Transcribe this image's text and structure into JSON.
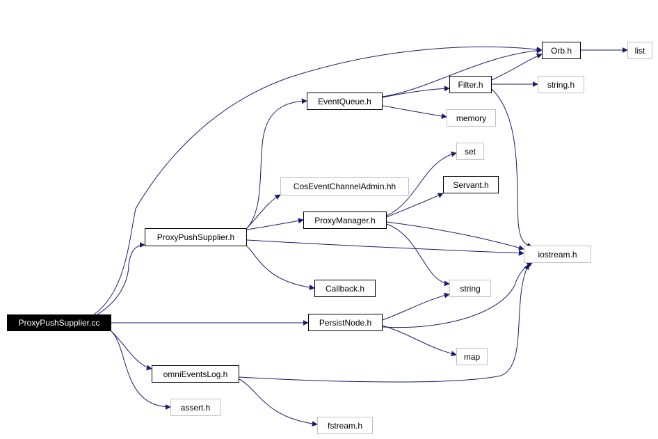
{
  "diagram": {
    "type": "include-dependency-graph",
    "edge_color": "#191970",
    "nodes": {
      "root": {
        "label": "ProxyPushSupplier.cc",
        "kind": "root"
      },
      "pps_h": {
        "label": "ProxyPushSupplier.h",
        "kind": "local"
      },
      "event_queue": {
        "label": "EventQueue.h",
        "kind": "local"
      },
      "cos_admin": {
        "label": "CosEventChannelAdmin.hh",
        "kind": "system"
      },
      "proxy_manager": {
        "label": "ProxyManager.h",
        "kind": "local"
      },
      "callback": {
        "label": "Callback.h",
        "kind": "local"
      },
      "persist_node": {
        "label": "PersistNode.h",
        "kind": "local"
      },
      "omni_log": {
        "label": "omniEventsLog.h",
        "kind": "local"
      },
      "assert_h": {
        "label": "assert.h",
        "kind": "system"
      },
      "fstream_h": {
        "label": "fstream.h",
        "kind": "system"
      },
      "orb_h": {
        "label": "Orb.h",
        "kind": "local"
      },
      "list": {
        "label": "list",
        "kind": "system"
      },
      "filter_h": {
        "label": "Filter.h",
        "kind": "local"
      },
      "string_h": {
        "label": "string.h",
        "kind": "system"
      },
      "memory": {
        "label": "memory",
        "kind": "system"
      },
      "set": {
        "label": "set",
        "kind": "system"
      },
      "servant_h": {
        "label": "Servant.h",
        "kind": "local"
      },
      "iostream_h": {
        "label": "iostream.h",
        "kind": "system"
      },
      "string": {
        "label": "string",
        "kind": "system"
      },
      "map": {
        "label": "map",
        "kind": "system"
      }
    },
    "edges": [
      {
        "from": "root",
        "to": "orb_h"
      },
      {
        "from": "root",
        "to": "pps_h"
      },
      {
        "from": "root",
        "to": "persist_node"
      },
      {
        "from": "root",
        "to": "omni_log"
      },
      {
        "from": "root",
        "to": "assert_h"
      },
      {
        "from": "pps_h",
        "to": "event_queue"
      },
      {
        "from": "pps_h",
        "to": "cos_admin"
      },
      {
        "from": "pps_h",
        "to": "proxy_manager"
      },
      {
        "from": "pps_h",
        "to": "callback"
      },
      {
        "from": "pps_h",
        "to": "iostream_h"
      },
      {
        "from": "event_queue",
        "to": "orb_h"
      },
      {
        "from": "event_queue",
        "to": "filter_h"
      },
      {
        "from": "event_queue",
        "to": "memory"
      },
      {
        "from": "filter_h",
        "to": "orb_h"
      },
      {
        "from": "filter_h",
        "to": "string_h"
      },
      {
        "from": "filter_h",
        "to": "iostream_h"
      },
      {
        "from": "orb_h",
        "to": "list"
      },
      {
        "from": "proxy_manager",
        "to": "set"
      },
      {
        "from": "proxy_manager",
        "to": "servant_h"
      },
      {
        "from": "proxy_manager",
        "to": "iostream_h"
      },
      {
        "from": "proxy_manager",
        "to": "string"
      },
      {
        "from": "persist_node",
        "to": "string"
      },
      {
        "from": "persist_node",
        "to": "map"
      },
      {
        "from": "persist_node",
        "to": "iostream_h"
      },
      {
        "from": "omni_log",
        "to": "iostream_h"
      },
      {
        "from": "omni_log",
        "to": "fstream_h"
      }
    ]
  }
}
